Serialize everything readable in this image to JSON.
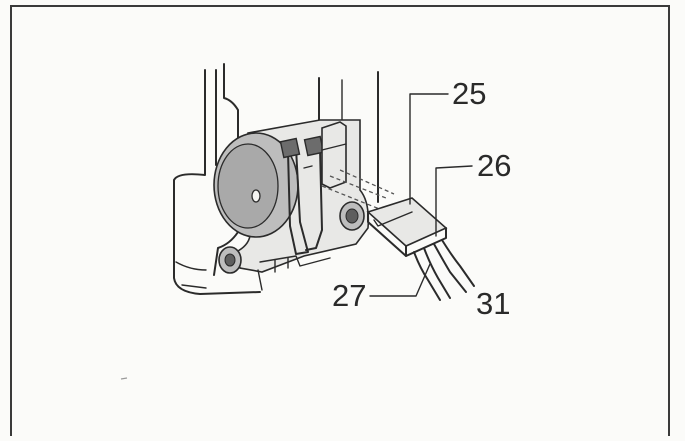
{
  "callouts": {
    "c25": "25",
    "c26": "26",
    "c27": "27",
    "c31": "31"
  }
}
